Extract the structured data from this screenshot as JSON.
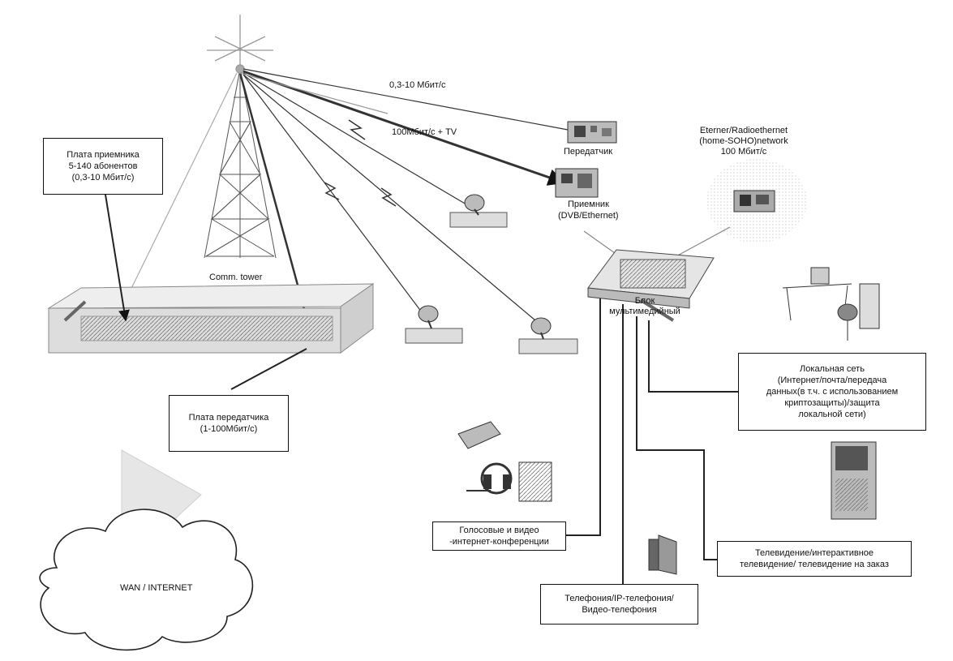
{
  "tower": {
    "label": "Comm. tower",
    "link_slow": "0,3-10 Мбит/с",
    "link_fast": "100Мбит/с + TV"
  },
  "boxes": {
    "receiver_board": [
      "Плата приемника",
      "5-140 абонентов",
      "(0,3-10 Мбит/с)"
    ],
    "transmitter_board": [
      "Плата передатчика",
      "(1-100Мбит/с)"
    ],
    "local_network": [
      "Локальная сеть",
      "(Интернет/почта/передача",
      "данных(в т.ч. с использованием",
      "криптозащиты)/защита",
      "локальной сети)"
    ],
    "voice_video_conf": [
      "Голосовые и видео",
      "-интернет-конференции"
    ],
    "telephony": [
      "Телефония/IP-телефония/",
      "Видео-телефония"
    ],
    "television": [
      "Телевидение/интерактивное",
      "телевидение/ телевидение на заказ"
    ]
  },
  "labels": {
    "transmitter": "Передатчик",
    "receiver": [
      "Приемник",
      "(DVB/Ethernet)"
    ],
    "ethernet_network": [
      "Eterner/Radioethernet",
      "(home-SOHO)network",
      "100 Мбит/с"
    ],
    "multimedia_unit": [
      "Блок",
      "мультимедийный"
    ],
    "wan": "WAN / INTERNET"
  },
  "colors": {
    "line": "#111111",
    "gray": "#9a9a9a",
    "light": "#d8d8d8"
  }
}
